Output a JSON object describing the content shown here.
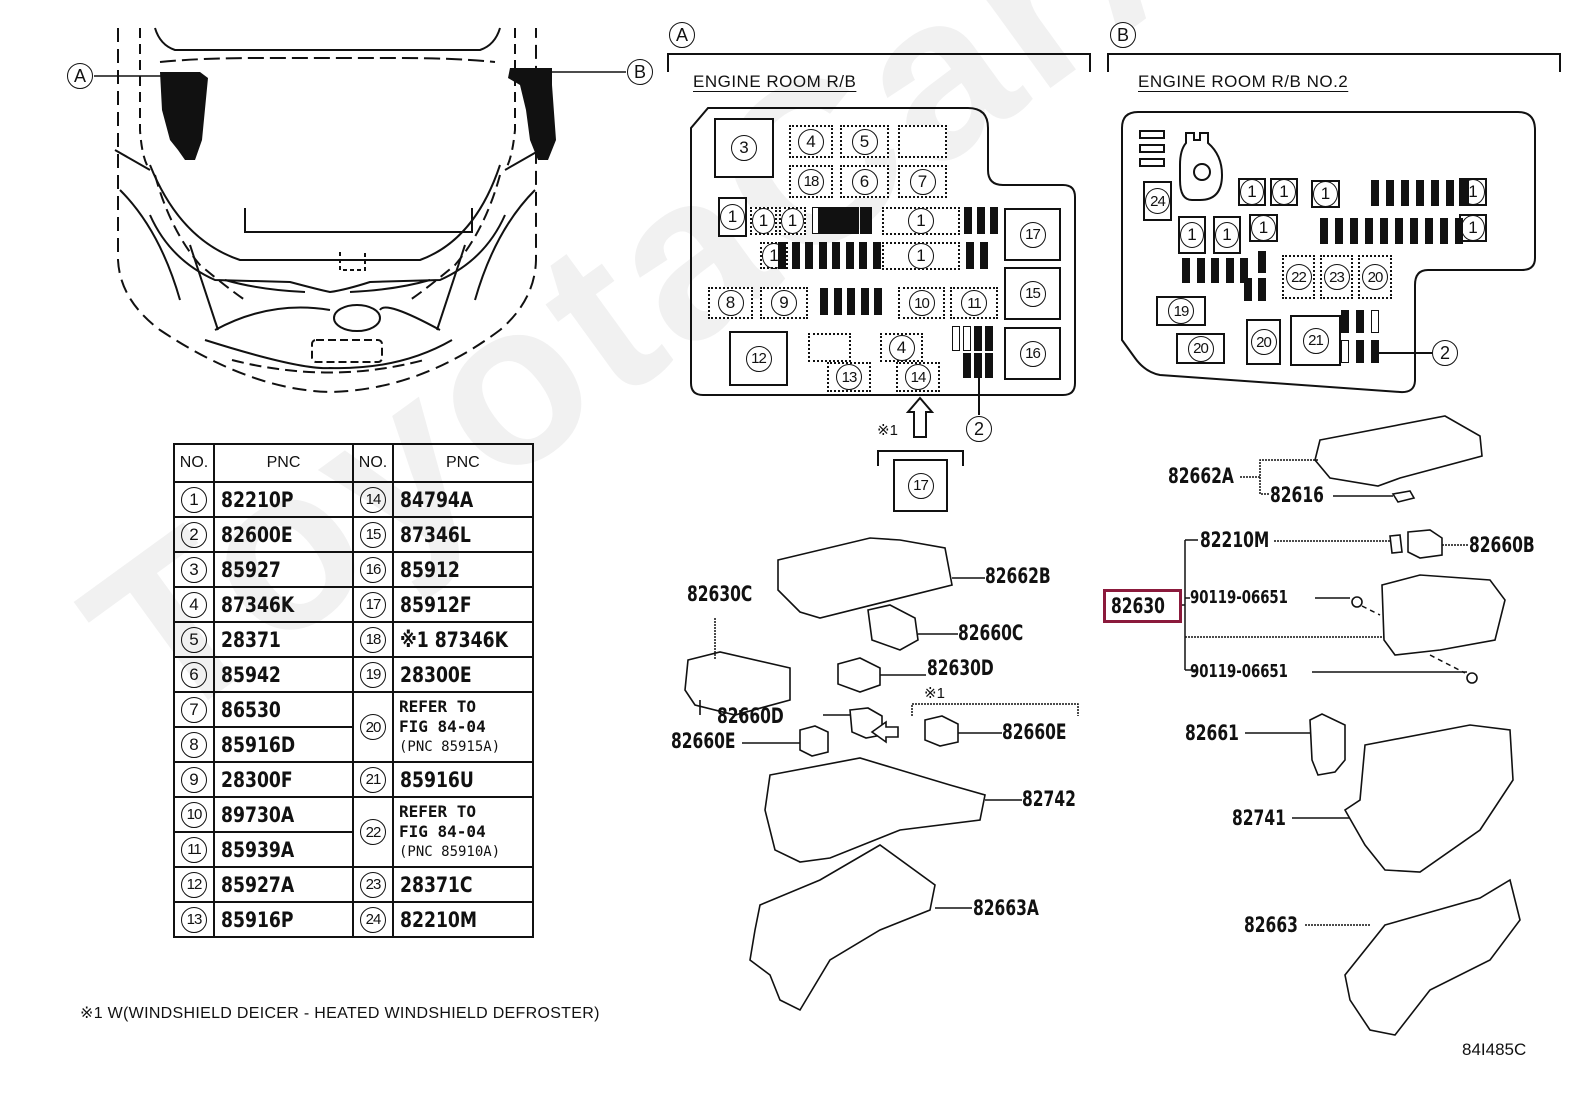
{
  "watermark": "ToyotaCarAm.ru",
  "locator": {
    "callout_a": "A",
    "callout_b": "B"
  },
  "section_a": {
    "callout": "A",
    "title": "ENGINE ROOM R/B",
    "positions": [
      "3",
      "4",
      "5",
      "18",
      "6",
      "7",
      "1",
      "1",
      "1",
      "1",
      "1",
      "1",
      "17",
      "15",
      "16",
      "8",
      "9",
      "10",
      "11",
      "12",
      "4",
      "13",
      "14"
    ],
    "leader_2": "2",
    "variant_mark": "※1",
    "variant_item": "17"
  },
  "section_b": {
    "callout": "B",
    "title": "ENGINE ROOM R/B NO.2",
    "positions": [
      "24",
      "1",
      "1",
      "1",
      "1",
      "1",
      "1",
      "1",
      "1",
      "22",
      "23",
      "20",
      "19",
      "20",
      "20",
      "21"
    ],
    "leader_2": "2"
  },
  "parts_a": {
    "p82662B": "82662B",
    "p82630C": "82630C",
    "p82660C": "82660C",
    "p82630D": "82630D",
    "variant_mark": "※1",
    "p82660D": "82660D",
    "p82660E_left": "82660E",
    "p82660E_right": "82660E",
    "p82742": "82742",
    "p82663A": "82663A"
  },
  "parts_b": {
    "p82662A": "82662A",
    "p82616": "82616",
    "p82210M": "82210M",
    "p82660B": "82660B",
    "p82630": "82630",
    "bolt_top": "90119-06651",
    "bolt_bottom": "90119-06651",
    "p82661": "82661",
    "p82741": "82741",
    "p82663": "82663",
    "highlight_color": "#8b1a3c"
  },
  "table": {
    "headers": [
      "NO.",
      "PNC",
      "NO.",
      "PNC"
    ],
    "left": [
      {
        "no": "1",
        "pnc": "82210P"
      },
      {
        "no": "2",
        "pnc": "82600E"
      },
      {
        "no": "3",
        "pnc": "85927"
      },
      {
        "no": "4",
        "pnc": "87346K"
      },
      {
        "no": "5",
        "pnc": "28371"
      },
      {
        "no": "6",
        "pnc": "85942"
      },
      {
        "no": "7",
        "pnc": "86530"
      },
      {
        "no": "8",
        "pnc": "85916D"
      },
      {
        "no": "9",
        "pnc": "28300F"
      },
      {
        "no": "10",
        "pnc": "89730A"
      },
      {
        "no": "11",
        "pnc": "85939A"
      },
      {
        "no": "12",
        "pnc": "85927A"
      },
      {
        "no": "13",
        "pnc": "85916P"
      }
    ],
    "right": [
      {
        "no": "14",
        "pnc": "84794A"
      },
      {
        "no": "15",
        "pnc": "87346L"
      },
      {
        "no": "16",
        "pnc": "85912"
      },
      {
        "no": "17",
        "pnc": "85912F"
      },
      {
        "no": "18",
        "pnc": "※1 87346K"
      },
      {
        "no": "19",
        "pnc": "28300E"
      },
      {
        "no": "20",
        "ref1": "REFER TO",
        "ref2": "FIG 84-04",
        "ref3": "(PNC 85915A)"
      },
      {
        "no": "21",
        "pnc": "85916U"
      },
      {
        "no": "22",
        "ref1": "REFER TO",
        "ref2": "FIG 84-04",
        "ref3": "(PNC 85910A)"
      },
      {
        "no": "23",
        "pnc": "28371C"
      },
      {
        "no": "24",
        "pnc": "82210M"
      }
    ]
  },
  "footnote": "※1 W(WINDSHIELD DEICER - HEATED WINDSHIELD DEFROSTER)",
  "figure_code": "84I485C"
}
